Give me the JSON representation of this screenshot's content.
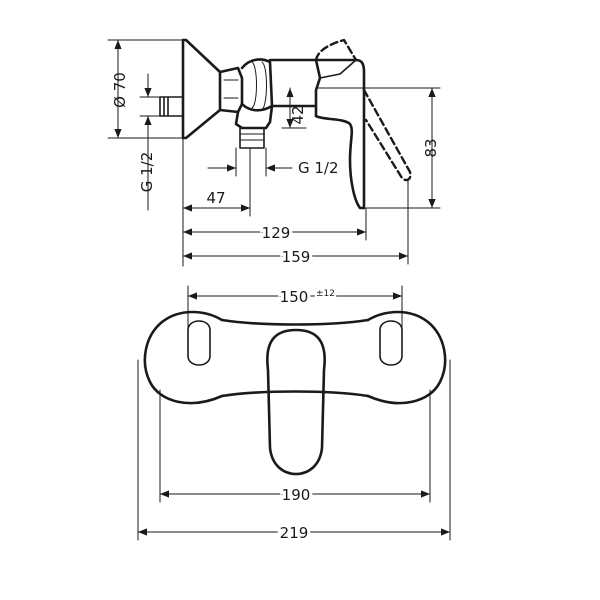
{
  "side_view": {
    "dimensions": {
      "diameter": "Ø 70",
      "thread_left": "G 1/2",
      "thread_right": "G 1/2",
      "height_small": "42",
      "height_large": "83",
      "depth_47": "47",
      "depth_129": "129",
      "depth_159": "159"
    }
  },
  "front_view": {
    "dimensions": {
      "center_distance": "150",
      "center_tolerance": "±12",
      "width_190": "190",
      "width_219": "219"
    }
  }
}
